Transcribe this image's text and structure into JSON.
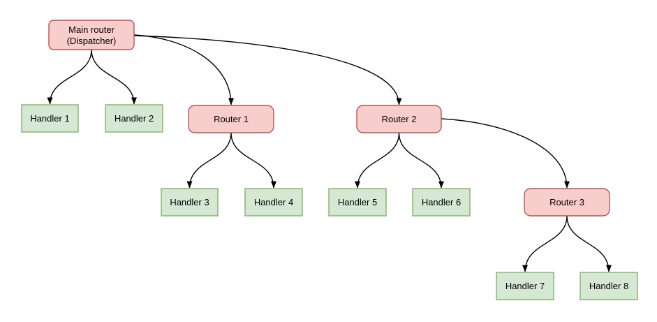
{
  "styles": {
    "background": "#ffffff",
    "router_fill": "#f8cecc",
    "router_stroke": "#b85450",
    "handler_fill": "#d5e8d4",
    "handler_stroke": "#82b366",
    "edge_color": "#000000",
    "text_color": "#000000"
  },
  "graph": {
    "nodes": {
      "main_router": {
        "label_line1": "Main router",
        "label_line2": "(Dispatcher)",
        "type": "router"
      },
      "handler_1": {
        "label": "Handler 1",
        "type": "handler"
      },
      "handler_2": {
        "label": "Handler 2",
        "type": "handler"
      },
      "router_1": {
        "label": "Router 1",
        "type": "router"
      },
      "router_2": {
        "label": "Router 2",
        "type": "router"
      },
      "handler_3": {
        "label": "Handler 3",
        "type": "handler"
      },
      "handler_4": {
        "label": "Handler 4",
        "type": "handler"
      },
      "handler_5": {
        "label": "Handler 5",
        "type": "handler"
      },
      "handler_6": {
        "label": "Handler 6",
        "type": "handler"
      },
      "router_3": {
        "label": "Router 3",
        "type": "router"
      },
      "handler_7": {
        "label": "Handler 7",
        "type": "handler"
      },
      "handler_8": {
        "label": "Handler 8",
        "type": "handler"
      }
    },
    "edges": [
      {
        "from": "main_router",
        "to": "handler_1"
      },
      {
        "from": "main_router",
        "to": "handler_2"
      },
      {
        "from": "main_router",
        "to": "router_1"
      },
      {
        "from": "main_router",
        "to": "router_2"
      },
      {
        "from": "router_1",
        "to": "handler_3"
      },
      {
        "from": "router_1",
        "to": "handler_4"
      },
      {
        "from": "router_2",
        "to": "handler_5"
      },
      {
        "from": "router_2",
        "to": "handler_6"
      },
      {
        "from": "router_2",
        "to": "router_3"
      },
      {
        "from": "router_3",
        "to": "handler_7"
      },
      {
        "from": "router_3",
        "to": "handler_8"
      }
    ]
  }
}
